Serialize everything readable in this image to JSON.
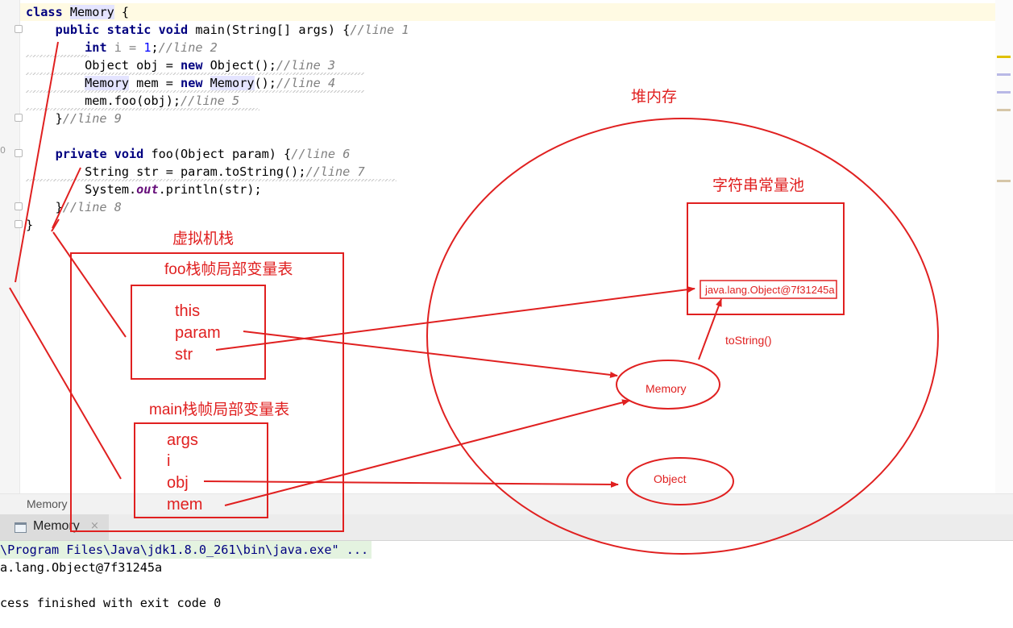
{
  "editor": {
    "code_lines": [
      [
        {
          "t": "class ",
          "c": "kw"
        },
        {
          "t": "Memory",
          "c": "hl"
        },
        {
          "t": " {"
        }
      ],
      [
        {
          "t": "    "
        },
        {
          "t": "public static void ",
          "c": "kw"
        },
        {
          "t": "main(String[] args) {"
        },
        {
          "t": "//line 1",
          "c": "cm"
        }
      ],
      [
        {
          "t": "        "
        },
        {
          "t": "int ",
          "c": "kw"
        },
        {
          "t": "i = ",
          "c": "gray"
        },
        {
          "t": "1",
          "c": "num"
        },
        {
          "t": ";"
        },
        {
          "t": "//line 2",
          "c": "cm"
        }
      ],
      [
        {
          "t": "        Object obj = "
        },
        {
          "t": "new ",
          "c": "kw"
        },
        {
          "t": "Object();"
        },
        {
          "t": "//line 3",
          "c": "cm"
        }
      ],
      [
        {
          "t": "        "
        },
        {
          "t": "Memory",
          "c": "hl"
        },
        {
          "t": " mem = "
        },
        {
          "t": "new ",
          "c": "kw"
        },
        {
          "t": "Memory",
          "c": "hl"
        },
        {
          "t": "();"
        },
        {
          "t": "//line 4",
          "c": "cm"
        }
      ],
      [
        {
          "t": "        mem.foo(obj);"
        },
        {
          "t": "//line 5",
          "c": "cm"
        }
      ],
      [
        {
          "t": "    }"
        },
        {
          "t": "//line 9",
          "c": "cm"
        }
      ],
      [
        {
          "t": ""
        }
      ],
      [
        {
          "t": "    "
        },
        {
          "t": "private void ",
          "c": "kw"
        },
        {
          "t": "foo(Object param) {"
        },
        {
          "t": "//line 6",
          "c": "cm"
        }
      ],
      [
        {
          "t": "        String str = param.toString();"
        },
        {
          "t": "//line 7",
          "c": "cm"
        }
      ],
      [
        {
          "t": "        System."
        },
        {
          "t": "out",
          "c": "fld"
        },
        {
          "t": ".println(str);"
        }
      ],
      [
        {
          "t": "    }"
        },
        {
          "t": "//line 8",
          "c": "cm"
        }
      ],
      [
        {
          "t": "}"
        }
      ]
    ],
    "gutter_mark": "0",
    "marker_colors": [
      "#e0c000",
      "#b9b9e6",
      "#b9b9e6",
      "#d6c6a8",
      "#d6c6a8"
    ]
  },
  "breadcrumb": {
    "label": "Memory"
  },
  "run_panel": {
    "tab_label": "Memory",
    "close_glyph": "×",
    "console_lines": [
      "\\Program Files\\Java\\jdk1.8.0_261\\bin\\java.exe\" ...",
      "a.lang.Object@7f31245a",
      "cess finished with exit code 0"
    ]
  },
  "diagram": {
    "heap_title": "堆内存",
    "string_pool_title": "字符串常量池",
    "pool_entry": "java.lang.Object@7f31245a",
    "tostring_label": "toString()",
    "memory_object": "Memory",
    "object_object": "Object",
    "vm_stack_title": "虚拟机栈",
    "foo_frame_title": "foo栈帧局部变量表",
    "foo_vars": [
      "this",
      "param",
      "str"
    ],
    "main_frame_title": "main栈帧局部变量表",
    "main_vars": [
      "args",
      "i",
      "obj",
      "mem"
    ],
    "annotation_color": "#e02020"
  }
}
